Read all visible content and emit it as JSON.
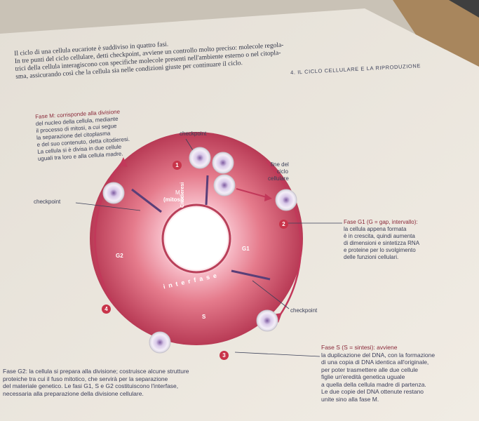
{
  "header": "4. IL CICLO CELLULARE E LA RIPRODUZIONE",
  "intro": [
    "Il ciclo di una cellula eucariote è suddiviso in quattro fasi.",
    "In tre punti del ciclo cellulare, detti checkpoint, avviene un controllo molto preciso: molecole regola-",
    "trici della cellula interagiscono con specifiche molecole presenti nell'ambiente esterno o nel citopla-",
    "sma, assicurando così che la cellula sia nelle condizioni giuste per continuare il ciclo."
  ],
  "phase_m": {
    "lines": [
      "Fase M: corrisponde alla divisione",
      "del nucleo della cellula, mediante",
      "il processo di mitosi, a cui segue",
      "la separazione del citoplasma",
      "e del suo contenuto, detta citodieresi.",
      "La cellula si è divisa in due cellule",
      "uguali tra loro e alla cellula madre."
    ]
  },
  "labels": {
    "checkpoint_top": "checkpoint",
    "checkpoint_left": "checkpoint",
    "checkpoint_right": "checkpoint",
    "fine_ciclo": [
      "fine del",
      "ciclo",
      "cellulare"
    ],
    "m_label": "M",
    "mitosi": "(mitosi)",
    "citodieresi": "Citodieresi",
    "g1": "G1",
    "g2": "G2",
    "s": "S",
    "interfase": "interfase"
  },
  "numbers": [
    "1",
    "2",
    "3",
    "4"
  ],
  "phase_g1": [
    "Fase G1 (G = gap, intervallo):",
    "la cellula appena formata",
    "è in crescita, quindi aumenta",
    "di dimensioni e sintetizza RNA",
    "e proteine per lo svolgimento",
    "delle funzioni cellulari."
  ],
  "phase_s": [
    "Fase S (S = sintesi): avviene",
    "la duplicazione del DNA, con la formazione",
    "di una copia di DNA identica all'originale,",
    "per poter trasmettere alle due cellule",
    "figlie un'eredità genetica uguale",
    "a quella della cellula madre di partenza.",
    "Le due copie del DNA ottenute restano",
    "unite sino alla fase M."
  ],
  "phase_g2": [
    "Fase G2: la cellula si prepara alla divisione; costruisce alcune strutture",
    "proteiche tra cui il fuso mitotico, che servirà per la separazione",
    "del materiale genetico. Le fasi G1, S e G2 costituiscono l'interfase,",
    "necessaria alla preparazione della divisione cellulare."
  ],
  "colors": {
    "ring_inner": "#e57b8c",
    "ring_outer": "#b83a55",
    "arrow": "#c2385a",
    "badge": "#c8344a",
    "text": "#3a3f58"
  }
}
